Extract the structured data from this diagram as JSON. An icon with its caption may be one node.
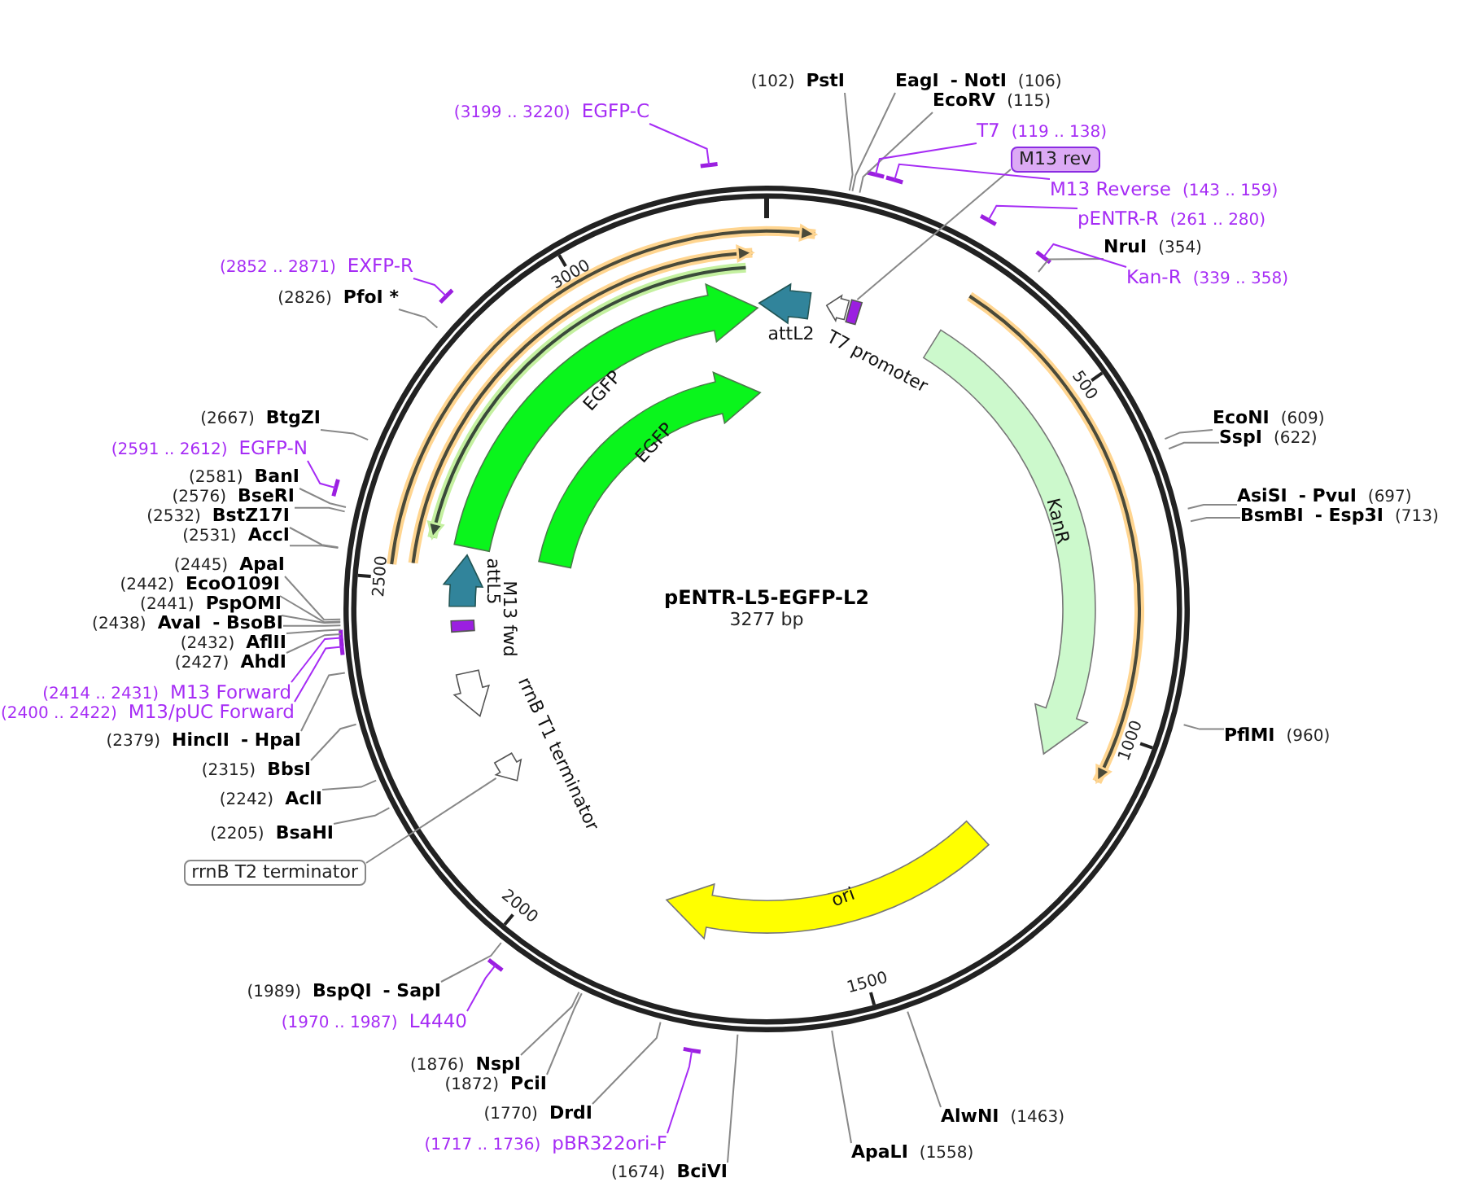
{
  "diagram": {
    "title": "pENTR-L5-EGFP-L2",
    "nodes": [
      {
        "text": [
          "(102)",
          "PstI"
        ]
      },
      {
        "text": [
          "EagI",
          "- NotI",
          "(106)"
        ]
      },
      {
        "text": [
          "EcoRV",
          "(115)"
        ]
      },
      {
        "text": [
          "T7",
          "(119 .. 138)"
        ]
      },
      {
        "text": [
          "M13 rev"
        ]
      },
      {
        "text": [
          "M13 Reverse",
          "(143 .. 159)"
        ]
      },
      {
        "text": [
          "pENTR-R",
          "(261 .. 280)"
        ]
      },
      {
        "text": [
          "NruI",
          "(354)"
        ]
      },
      {
        "text": [
          "Kan-R",
          "(339 .. 358)"
        ]
      },
      {
        "text": [
          "EcoNI",
          "(609)"
        ]
      },
      {
        "text": [
          "SspI",
          "(622)"
        ]
      },
      {
        "text": [
          "AsiSI",
          "- PvuI",
          "(697)"
        ]
      },
      {
        "text": [
          "BsmBI",
          "- Esp3I",
          "(713)"
        ]
      },
      {
        "text": [
          "PflMI",
          "(960)"
        ]
      },
      {
        "text": [
          "AlwNI",
          "(1463)"
        ]
      },
      {
        "text": [
          "ApaLI",
          "(1558)"
        ]
      },
      {
        "text": [
          "(1674)",
          "BciVI"
        ]
      },
      {
        "text": [
          "(1717 .. 1736)",
          "pBR322ori-F"
        ]
      },
      {
        "text": [
          "(1770)",
          "DrdI"
        ]
      },
      {
        "text": [
          "(1872)",
          "PciI"
        ]
      },
      {
        "text": [
          "(1876)",
          "NspI"
        ]
      },
      {
        "text": [
          "(1970 .. 1987)",
          "L4440"
        ]
      },
      {
        "text": [
          "(1989)",
          "BspQI",
          "- SapI"
        ]
      },
      {
        "text": [
          "rrnB T2 terminator"
        ]
      },
      {
        "text": [
          "(2205)",
          "BsaHI"
        ]
      },
      {
        "text": [
          "(2242)",
          "AclI"
        ]
      },
      {
        "text": [
          "(2315)",
          "BbsI"
        ]
      },
      {
        "text": [
          "(2379)",
          "HincII",
          "- HpaI"
        ]
      },
      {
        "text": [
          "(2400 .. 2422)",
          "M13/pUC Forward"
        ]
      },
      {
        "text": [
          "(2414 .. 2431)",
          "M13 Forward"
        ]
      },
      {
        "text": [
          "(2427)",
          "AhdI"
        ]
      },
      {
        "text": [
          "(2432)",
          "AflII"
        ]
      },
      {
        "text": [
          "(2438)",
          "AvaI",
          "- BsoBI"
        ]
      },
      {
        "text": [
          "(2441)",
          "PspOMI"
        ]
      },
      {
        "text": [
          "(2442)",
          "EcoO109I"
        ]
      },
      {
        "text": [
          "(2445)",
          "ApaI"
        ]
      },
      {
        "text": [
          "(2531)",
          "AccI"
        ]
      },
      {
        "text": [
          "(2532)",
          "BstZ17I"
        ]
      },
      {
        "text": [
          "(2576)",
          "BseRI"
        ]
      },
      {
        "text": [
          "(2581)",
          "BanI"
        ]
      },
      {
        "text": [
          "(2591 .. 2612)",
          "EGFP-N"
        ]
      },
      {
        "text": [
          "(2667)",
          "BtgZI"
        ]
      },
      {
        "text": [
          "(2826)",
          "PfoI *"
        ]
      },
      {
        "text": [
          "(2852 .. 2871)",
          "EXFP-R"
        ]
      },
      {
        "text": [
          "(3199 .. 3220)",
          "EGFP-C"
        ]
      },
      {
        "text": [
          "EGFP"
        ]
      },
      {
        "text": [
          "EGFP"
        ]
      },
      {
        "text": [
          "attL2"
        ]
      },
      {
        "text": [
          "attL5"
        ]
      },
      {
        "text": [
          "T7 promoter"
        ]
      },
      {
        "text": [
          "M13 fwd"
        ]
      },
      {
        "text": [
          "rrnB T1 terminator"
        ]
      },
      {
        "text": [],
        "shape": "arrow"
      },
      {
        "text": [
          "KanR"
        ]
      },
      {
        "text": [
          "ori"
        ]
      },
      {
        "text": [],
        "shape": "arrow"
      }
    ],
    "edges": [
      {
        "from": 0,
        "to": null,
        "arrow": "none"
      },
      {
        "from": 1,
        "to": null,
        "arrow": "none"
      },
      {
        "from": 2,
        "to": null,
        "arrow": "none"
      },
      {
        "from": 3,
        "to": null,
        "arrow": "none",
        "color": "#a62cf5"
      },
      {
        "from": 4,
        "to": 55,
        "arrow": "none"
      },
      {
        "from": 5,
        "to": null,
        "arrow": "none",
        "color": "#a62cf5"
      },
      {
        "from": 6,
        "to": null,
        "arrow": "none",
        "color": "#a62cf5"
      },
      {
        "from": 7,
        "to": null,
        "arrow": "none"
      },
      {
        "from": 8,
        "to": null,
        "arrow": "none",
        "color": "#a62cf5"
      },
      {
        "from": 9,
        "to": null,
        "arrow": "none"
      },
      {
        "from": 10,
        "to": null,
        "arrow": "none"
      },
      {
        "from": 11,
        "to": null,
        "arrow": "none"
      },
      {
        "from": 12,
        "to": null,
        "arrow": "none"
      },
      {
        "from": 13,
        "to": null,
        "arrow": "none"
      },
      {
        "from": 14,
        "to": null,
        "arrow": "none"
      },
      {
        "from": 15,
        "to": null,
        "arrow": "none"
      },
      {
        "from": 16,
        "to": null,
        "arrow": "none"
      },
      {
        "from": 17,
        "to": null,
        "arrow": "none",
        "color": "#a62cf5"
      },
      {
        "from": 18,
        "to": null,
        "arrow": "none"
      },
      {
        "from": 19,
        "to": null,
        "arrow": "none"
      },
      {
        "from": 20,
        "to": null,
        "arrow": "none"
      },
      {
        "from": 21,
        "to": null,
        "arrow": "none",
        "color": "#a62cf5"
      },
      {
        "from": 22,
        "to": null,
        "arrow": "none"
      },
      {
        "from": 23,
        "to": 52,
        "arrow": "none"
      },
      {
        "from": 24,
        "to": null,
        "arrow": "none"
      },
      {
        "from": 25,
        "to": null,
        "arrow": "none"
      },
      {
        "from": 26,
        "to": null,
        "arrow": "none"
      },
      {
        "from": 27,
        "to": null,
        "arrow": "none"
      },
      {
        "from": 28,
        "to": null,
        "arrow": "none",
        "color": "#a62cf5"
      },
      {
        "from": 29,
        "to": null,
        "arrow": "none",
        "color": "#a62cf5"
      },
      {
        "from": 30,
        "to": null,
        "arrow": "none"
      },
      {
        "from": 31,
        "to": null,
        "arrow": "none"
      },
      {
        "from": 32,
        "to": null,
        "arrow": "none"
      },
      {
        "from": 33,
        "to": null,
        "arrow": "none"
      },
      {
        "from": 34,
        "to": null,
        "arrow": "none"
      },
      {
        "from": 35,
        "to": null,
        "arrow": "none"
      },
      {
        "from": 36,
        "to": null,
        "arrow": "none"
      },
      {
        "from": 37,
        "to": null,
        "arrow": "none"
      },
      {
        "from": 38,
        "to": null,
        "arrow": "none"
      },
      {
        "from": 39,
        "to": null,
        "arrow": "none"
      },
      {
        "from": 40,
        "to": null,
        "arrow": "none",
        "color": "#a62cf5"
      },
      {
        "from": 41,
        "to": null,
        "arrow": "none"
      },
      {
        "from": 42,
        "to": null,
        "arrow": "none"
      },
      {
        "from": 43,
        "to": null,
        "arrow": "none",
        "color": "#a62cf5"
      },
      {
        "from": 44,
        "to": null,
        "arrow": "none",
        "color": "#a62cf5"
      }
    ],
    "labels": [
      "3277 bp",
      "500",
      "1000",
      "1500",
      "2000",
      "2500",
      "3000"
    ]
  }
}
